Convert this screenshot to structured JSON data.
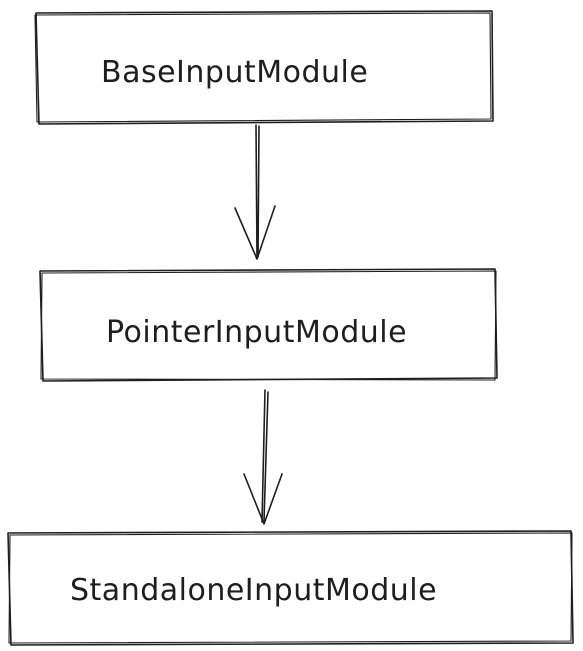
{
  "diagram": {
    "nodes": [
      {
        "id": "base",
        "label": "BaseInputModule"
      },
      {
        "id": "pointer",
        "label": "PointerInputModule"
      },
      {
        "id": "standalone",
        "label": "StandaloneInputModule"
      }
    ],
    "edges": [
      {
        "from": "base",
        "to": "pointer"
      },
      {
        "from": "pointer",
        "to": "standalone"
      }
    ]
  }
}
